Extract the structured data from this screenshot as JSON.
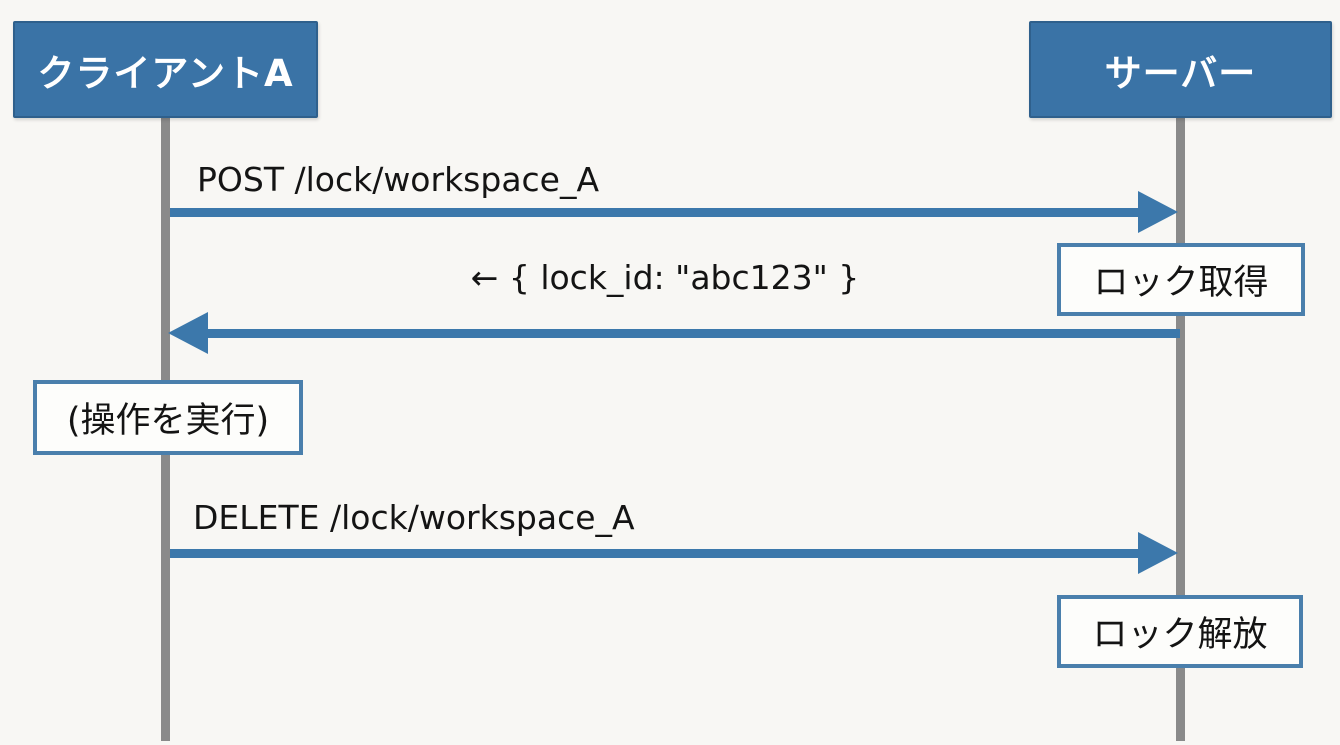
{
  "diagram_type": "sequence",
  "colors": {
    "background": "#f8f7f4",
    "actor_fill": "#3a73a6",
    "actor_border": "#2f608c",
    "actor_text": "#ffffff",
    "arrow_blue": "#3c78ab",
    "note_border": "#4a7fac",
    "note_fill": "#fdfdfb",
    "lifeline_gray": "#8a8a8a",
    "label_text": "#141414"
  },
  "actors": [
    {
      "label": "クライアントA"
    },
    {
      "label": "サーバー"
    }
  ],
  "messages": [
    {
      "label": "POST /lock/workspace_A",
      "from": "client",
      "to": "server",
      "direction": "right"
    },
    {
      "label": "← { lock_id: \"abc123\" }",
      "from": "server",
      "to": "client",
      "direction": "left"
    },
    {
      "label": "DELETE /lock/workspace_A",
      "from": "client",
      "to": "server",
      "direction": "right"
    }
  ],
  "notes": [
    {
      "label": "ロック取得",
      "attached_to": "server"
    },
    {
      "label": "(操作を実行)",
      "attached_to": "client"
    },
    {
      "label": "ロック解放",
      "attached_to": "server"
    }
  ]
}
